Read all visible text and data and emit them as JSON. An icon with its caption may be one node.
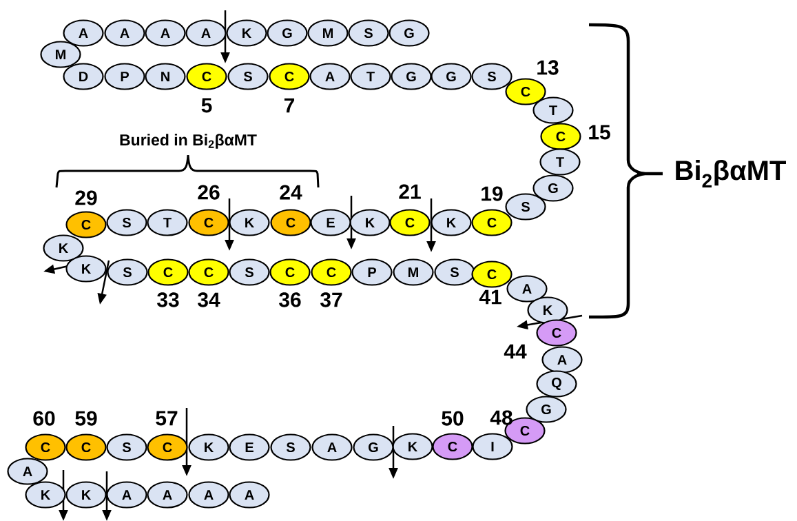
{
  "diagram": {
    "nodes": [
      {
        "text": [
          "A"
        ]
      },
      {
        "text": [
          "A"
        ]
      },
      {
        "text": [
          "A"
        ]
      },
      {
        "text": [
          "A"
        ]
      },
      {
        "text": [
          "K"
        ]
      },
      {
        "text": [
          "G"
        ]
      },
      {
        "text": [
          "M"
        ]
      },
      {
        "text": [
          "S"
        ]
      },
      {
        "text": [
          "G"
        ]
      },
      {
        "text": [
          "M"
        ]
      },
      {
        "text": [
          "D"
        ]
      },
      {
        "text": [
          "P"
        ]
      },
      {
        "text": [
          "N"
        ]
      },
      {
        "text": [
          "C"
        ],
        "beside": [
          "5"
        ]
      },
      {
        "text": [
          "S"
        ]
      },
      {
        "text": [
          "C"
        ],
        "beside": [
          "7"
        ]
      },
      {
        "text": [
          "A"
        ]
      },
      {
        "text": [
          "T"
        ]
      },
      {
        "text": [
          "G"
        ]
      },
      {
        "text": [
          "G"
        ]
      },
      {
        "text": [
          "S"
        ]
      },
      {
        "text": [
          "C"
        ],
        "beside": [
          "13"
        ]
      },
      {
        "text": [
          "T"
        ]
      },
      {
        "text": [
          "C"
        ],
        "beside": [
          "15"
        ]
      },
      {
        "text": [
          "T"
        ]
      },
      {
        "text": [
          "G"
        ]
      },
      {
        "text": [
          "S"
        ]
      },
      {
        "text": [
          "C"
        ],
        "beside": [
          "19"
        ]
      },
      {
        "text": [
          "K"
        ]
      },
      {
        "text": [
          "C"
        ],
        "beside": [
          "21"
        ]
      },
      {
        "text": [
          "K"
        ]
      },
      {
        "text": [
          "E"
        ]
      },
      {
        "text": [
          "C"
        ],
        "beside": [
          "24"
        ]
      },
      {
        "text": [
          "K"
        ]
      },
      {
        "text": [
          "C"
        ],
        "beside": [
          "26"
        ]
      },
      {
        "text": [
          "T"
        ]
      },
      {
        "text": [
          "S"
        ]
      },
      {
        "text": [
          "C"
        ],
        "beside": [
          "29"
        ]
      },
      {
        "text": [
          "K"
        ]
      },
      {
        "text": [
          "K"
        ]
      },
      {
        "text": [
          "S"
        ]
      },
      {
        "text": [
          "C"
        ],
        "beside": [
          "33"
        ]
      },
      {
        "text": [
          "C"
        ],
        "beside": [
          "34"
        ]
      },
      {
        "text": [
          "S"
        ]
      },
      {
        "text": [
          "C"
        ],
        "beside": [
          "36"
        ]
      },
      {
        "text": [
          "C"
        ],
        "beside": [
          "37"
        ]
      },
      {
        "text": [
          "P"
        ]
      },
      {
        "text": [
          "M"
        ]
      },
      {
        "text": [
          "S"
        ]
      },
      {
        "text": [
          "C"
        ],
        "beside": [
          "41"
        ]
      },
      {
        "text": [
          "A"
        ]
      },
      {
        "text": [
          "K"
        ]
      },
      {
        "text": [
          "C"
        ],
        "beside": [
          "44"
        ]
      },
      {
        "text": [
          "A"
        ]
      },
      {
        "text": [
          "Q"
        ]
      },
      {
        "text": [
          "G"
        ]
      },
      {
        "text": [
          "C"
        ],
        "beside": [
          "48"
        ]
      },
      {
        "text": [
          "I"
        ]
      },
      {
        "text": [
          "C"
        ],
        "beside": [
          "50"
        ]
      },
      {
        "text": [
          "K"
        ]
      },
      {
        "text": [
          "G"
        ]
      },
      {
        "text": [
          "A"
        ]
      },
      {
        "text": [
          "S"
        ]
      },
      {
        "text": [
          "E"
        ]
      },
      {
        "text": [
          "K"
        ]
      },
      {
        "text": [
          "C"
        ],
        "beside": [
          "57"
        ]
      },
      {
        "text": [
          "S"
        ]
      },
      {
        "text": [
          "C"
        ],
        "beside": [
          "59"
        ]
      },
      {
        "text": [
          "C"
        ],
        "beside": [
          "60"
        ]
      },
      {
        "text": [
          "A"
        ]
      },
      {
        "text": [
          "K"
        ]
      },
      {
        "text": [
          "K"
        ]
      },
      {
        "text": [
          "A"
        ]
      },
      {
        "text": [
          "A"
        ]
      },
      {
        "text": [
          "A"
        ]
      },
      {
        "text": [
          "A"
        ]
      }
    ],
    "labels": [
      "Buried in Bi$_{2}$βαMT",
      "Bi$_{2}$βαMT"
    ]
  }
}
